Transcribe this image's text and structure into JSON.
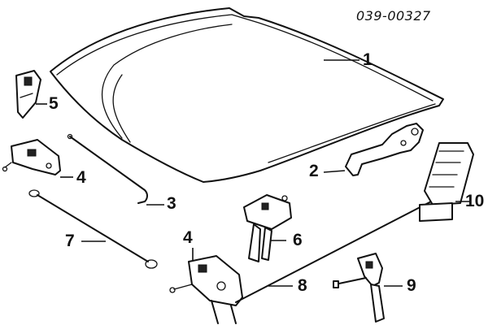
{
  "diagram": {
    "reference_code": "039-00327",
    "callouts": {
      "hood": "1",
      "hood_latch_hook": "2",
      "support_rod": "3",
      "hinge_left": "4",
      "latch_lower": "4",
      "bracket": "5",
      "latch_bracket": "6",
      "cable_left": "7",
      "release_cable": "8",
      "release_handle": "9",
      "release_lever": "10"
    }
  }
}
